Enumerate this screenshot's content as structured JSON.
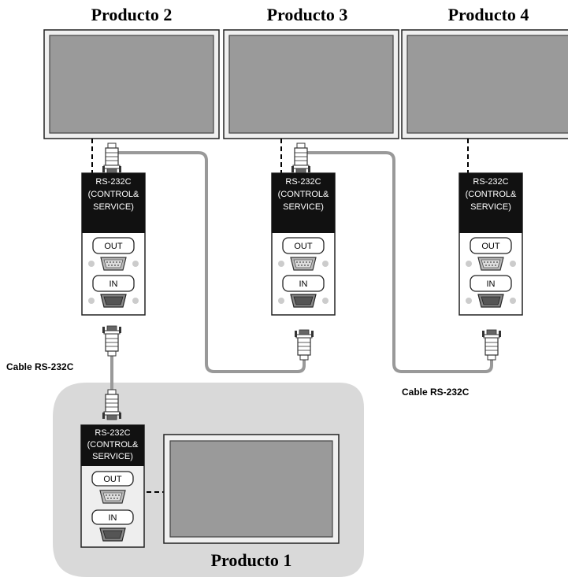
{
  "products": [
    {
      "id": "p2",
      "name": "Producto 2"
    },
    {
      "id": "p3",
      "name": "Producto 3"
    },
    {
      "id": "p4",
      "name": "Producto 4"
    },
    {
      "id": "p1",
      "name": "Producto 1"
    }
  ],
  "port": {
    "line1": "RS-232C",
    "line2": "(CONTROL&",
    "line3": "SERVICE)",
    "out_label": "OUT",
    "in_label": "IN"
  },
  "cables": {
    "left_label": "Cable RS-232C",
    "right_label": "Cable RS-232C"
  }
}
